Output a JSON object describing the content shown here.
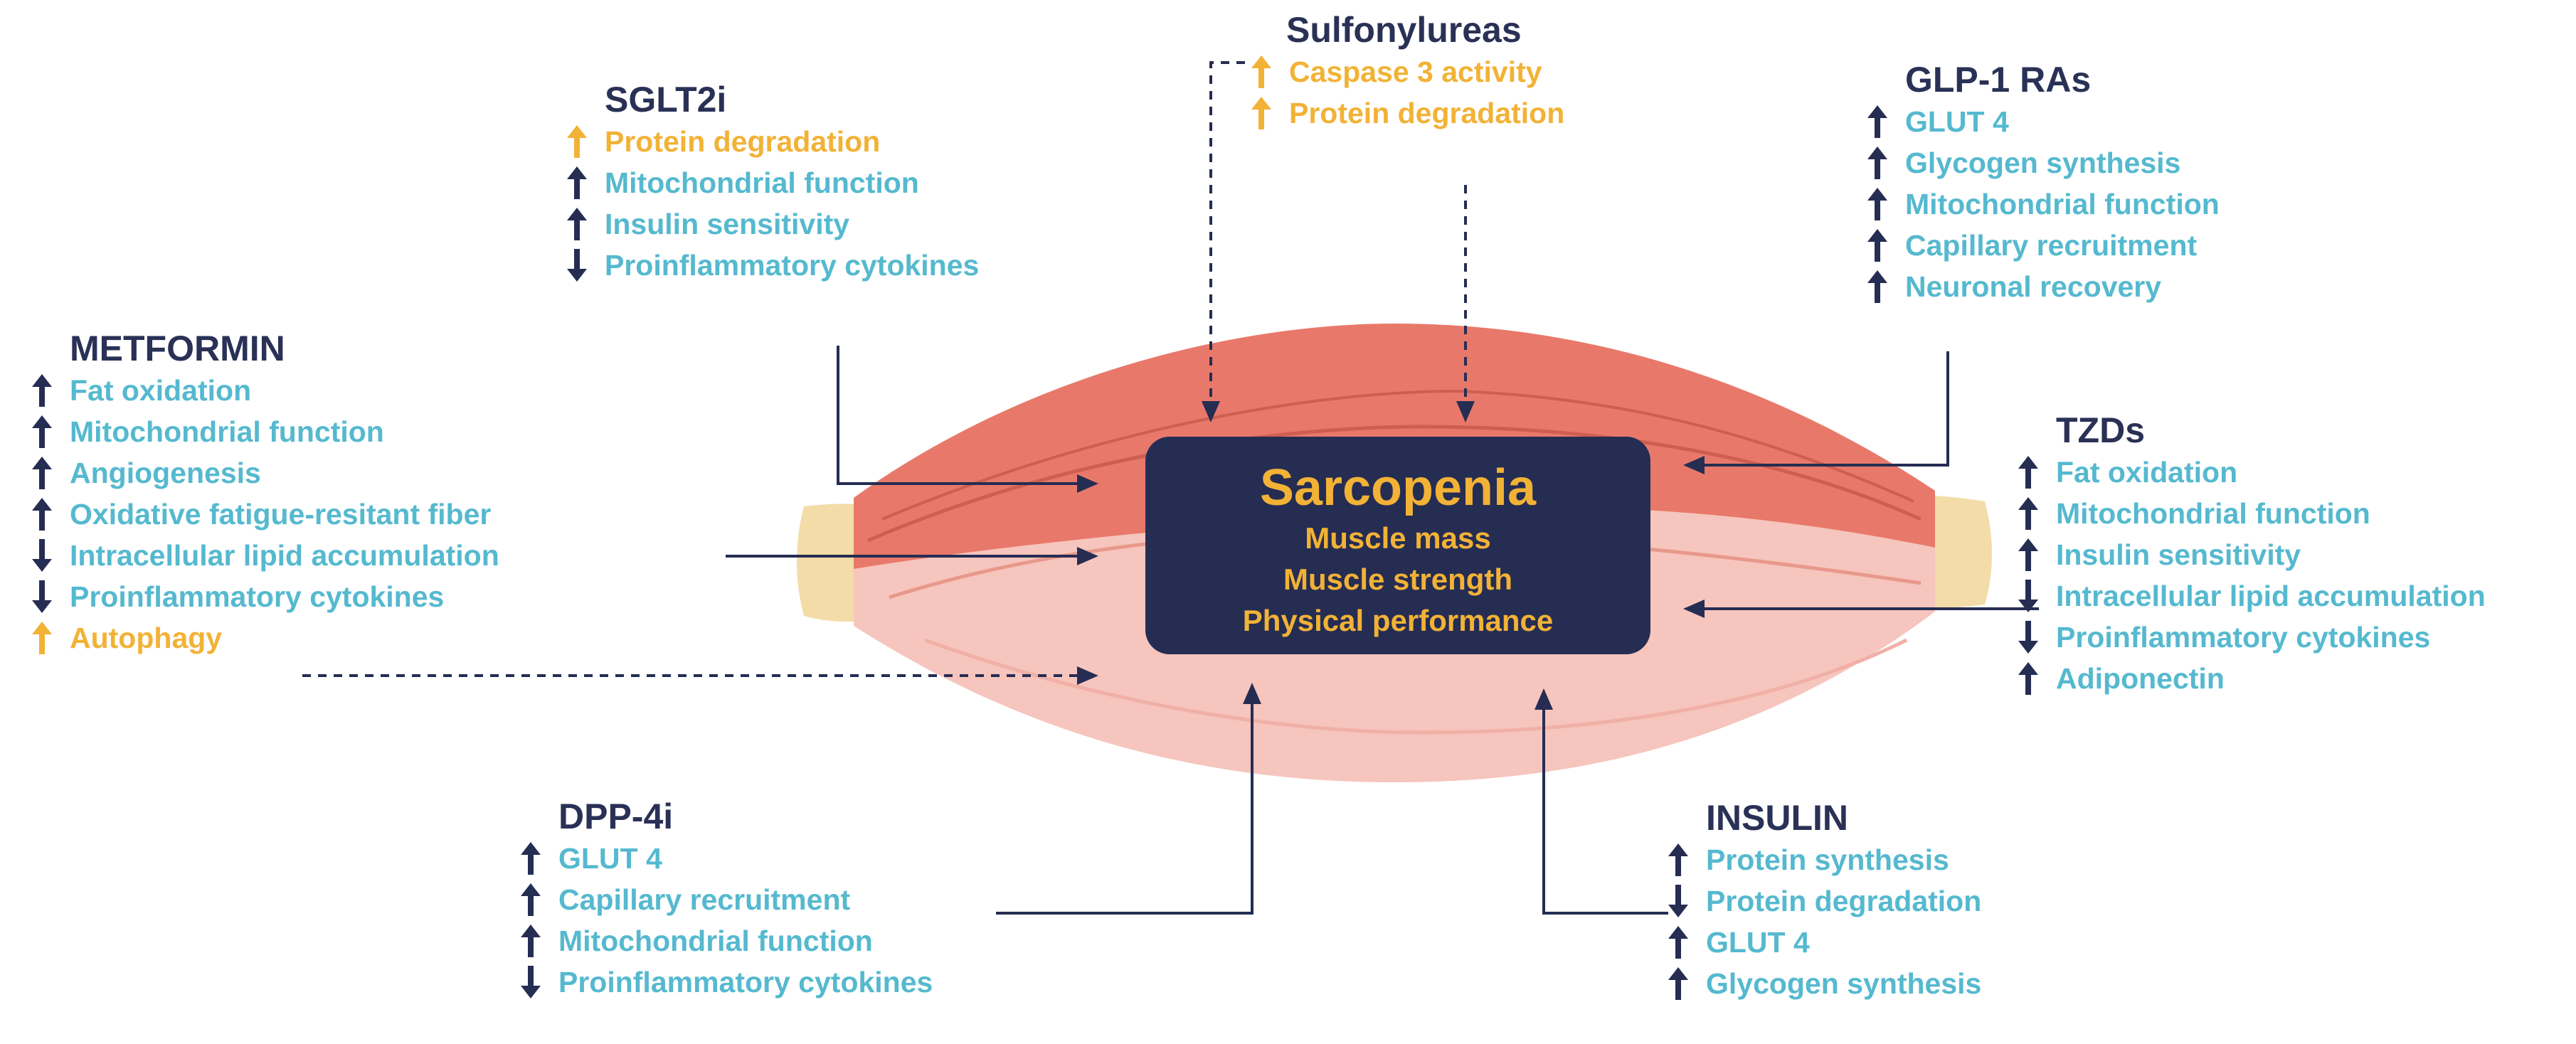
{
  "colors": {
    "navy": "#262d53",
    "title": "#2a3156",
    "cyan": "#55b9cf",
    "gold": "#f2b236",
    "muscle_dark": "#e8796a",
    "muscle_light": "#f6c5bd",
    "tendon": "#f3dca8"
  },
  "center": {
    "title": "Sarcopenia",
    "lines": [
      "Muscle mass",
      "Muscle strength",
      "Physical performance"
    ]
  },
  "drugs": {
    "sulfonylureas": {
      "title": "Sulfonylureas",
      "effects": [
        {
          "text": "Caspase 3 activity",
          "direction": "up",
          "highlight": true
        },
        {
          "text": "Protein degradation",
          "direction": "up",
          "highlight": true
        }
      ]
    },
    "sglt2i": {
      "title": "SGLT2i",
      "effects": [
        {
          "text": "Protein degradation",
          "direction": "up",
          "highlight": true
        },
        {
          "text": "Mitochondrial function",
          "direction": "up",
          "highlight": false
        },
        {
          "text": "Insulin sensitivity",
          "direction": "up",
          "highlight": false
        },
        {
          "text": "Proinflammatory cytokines",
          "direction": "down",
          "highlight": false
        }
      ]
    },
    "glp1": {
      "title": "GLP-1 RAs",
      "effects": [
        {
          "text": "GLUT 4",
          "direction": "up",
          "highlight": false
        },
        {
          "text": "Glycogen synthesis",
          "direction": "up",
          "highlight": false
        },
        {
          "text": "Mitochondrial function",
          "direction": "up",
          "highlight": false
        },
        {
          "text": "Capillary recruitment",
          "direction": "up",
          "highlight": false
        },
        {
          "text": "Neuronal recovery",
          "direction": "up",
          "highlight": false
        }
      ]
    },
    "metformin": {
      "title": "METFORMIN",
      "effects": [
        {
          "text": "Fat oxidation",
          "direction": "up",
          "highlight": false
        },
        {
          "text": "Mitochondrial function",
          "direction": "up",
          "highlight": false
        },
        {
          "text": "Angiogenesis",
          "direction": "up",
          "highlight": false
        },
        {
          "text": "Oxidative fatigue-resitant fiber",
          "direction": "up",
          "highlight": false
        },
        {
          "text": "Intracellular lipid accumulation",
          "direction": "down",
          "highlight": false
        },
        {
          "text": "Proinflammatory cytokines",
          "direction": "down",
          "highlight": false
        },
        {
          "text": "Autophagy",
          "direction": "up",
          "highlight": true
        }
      ]
    },
    "tzds": {
      "title": "TZDs",
      "effects": [
        {
          "text": "Fat oxidation",
          "direction": "up",
          "highlight": false
        },
        {
          "text": "Mitochondrial function",
          "direction": "up",
          "highlight": false
        },
        {
          "text": "Insulin sensitivity",
          "direction": "up",
          "highlight": false
        },
        {
          "text": "Intracellular lipid accumulation",
          "direction": "down",
          "highlight": false
        },
        {
          "text": "Proinflammatory cytokines",
          "direction": "down",
          "highlight": false
        },
        {
          "text": "Adiponectin",
          "direction": "up",
          "highlight": false
        }
      ]
    },
    "dpp4i": {
      "title": "DPP-4i",
      "effects": [
        {
          "text": "GLUT 4",
          "direction": "up",
          "highlight": false
        },
        {
          "text": "Capillary recruitment",
          "direction": "up",
          "highlight": false
        },
        {
          "text": "Mitochondrial function",
          "direction": "up",
          "highlight": false
        },
        {
          "text": "Proinflammatory cytokines",
          "direction": "down",
          "highlight": false
        }
      ]
    },
    "insulin": {
      "title": "INSULIN",
      "effects": [
        {
          "text": "Protein synthesis",
          "direction": "up",
          "highlight": false
        },
        {
          "text": "Protein degradation",
          "direction": "down",
          "highlight": false
        },
        {
          "text": "GLUT 4",
          "direction": "up",
          "highlight": false
        },
        {
          "text": "Glycogen synthesis",
          "direction": "up",
          "highlight": false
        }
      ]
    }
  }
}
